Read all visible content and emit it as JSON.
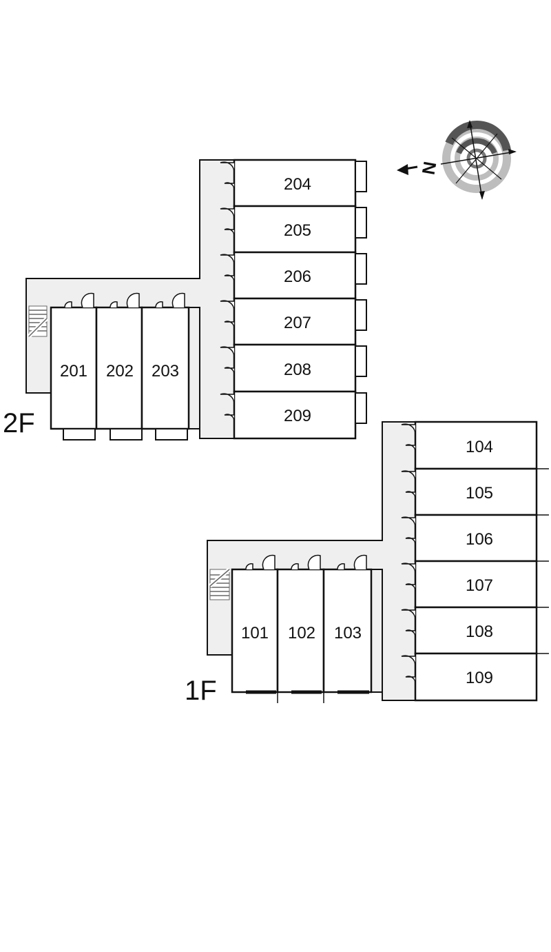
{
  "floors": [
    {
      "label": "2F",
      "units_front": [
        "201",
        "202",
        "203"
      ],
      "units_side": [
        "204",
        "205",
        "206",
        "207",
        "208",
        "209"
      ]
    },
    {
      "label": "1F",
      "units_front": [
        "101",
        "102",
        "103"
      ],
      "units_side": [
        "104",
        "105",
        "106",
        "107",
        "108",
        "109"
      ]
    }
  ],
  "compass": {
    "north_label": "N"
  },
  "colors": {
    "corridor": "#efefef",
    "wall": "#111111",
    "stair": "#777777"
  }
}
